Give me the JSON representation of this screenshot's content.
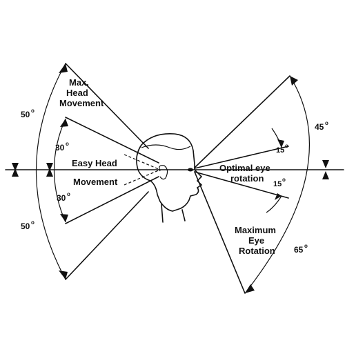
{
  "labels": {
    "max_head": [
      "Max.",
      "Head",
      "Movement"
    ],
    "easy_head": [
      "Easy Head",
      "Movement"
    ],
    "optimal_eye": [
      "Optimal eye",
      "rotation"
    ],
    "max_eye": [
      "Maximum",
      "Eye",
      "Rotation"
    ]
  },
  "angles": {
    "max_head_up": "50",
    "max_head_down": "50",
    "easy_head_up": "30",
    "easy_head_down": "30",
    "eye_max_up": "45",
    "eye_max_down": "65",
    "eye_opt_up": "15",
    "eye_opt_down": "15"
  },
  "degree_symbol": "o",
  "colors": {
    "ink": "#111111",
    "paper": "#ffffff"
  }
}
